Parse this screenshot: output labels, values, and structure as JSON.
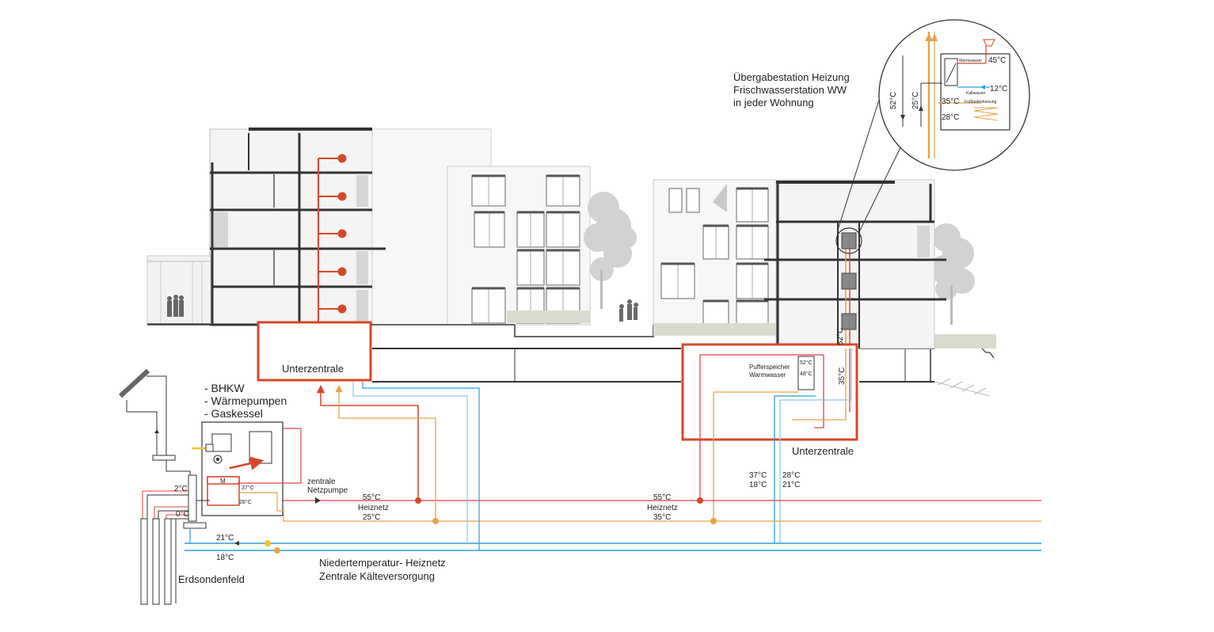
{
  "colors": {
    "building_line": "#333333",
    "building_light": "#c9c9c9",
    "facade_fill": "#f6f6f6",
    "heating_red": "#e2404b",
    "return_orange": "#e7a24a",
    "cold_blue": "#2f9fd8",
    "cold_blue_light": "#8fc8e8",
    "central_outline": "#d4482a",
    "ground_green": "#d8dccf"
  },
  "labels": {
    "transfer_station_line1": "Übergabestation Heizung",
    "transfer_station_line2": "Frischwasserstation WW",
    "transfer_station_line3": "in jeder Wohnung",
    "substation_left": "Unterzentrale",
    "substation_right": "Unterzentrale",
    "central_list_1": "- BHKW",
    "central_list_2": "- Wärmepumpen",
    "central_list_3": "- Gaskessel",
    "buffer_line1": "Pufferspeicher",
    "buffer_line2": "Warmwasser",
    "network_pump_line1": "zentrale",
    "network_pump_line2": "Netzpumpe",
    "heat_net_left_title": "Heiznetz",
    "heat_net_right_title": "Heiznetz",
    "low_temp_line1": "Niedertemperatur- Heiznetz",
    "low_temp_line2": "Zentrale Kälteversorgung",
    "probe_field": "Erdsondenfeld",
    "detail_warm": "Warmwasser",
    "detail_cold": "Kaltwasser",
    "detail_floor": "Fußbodenheizung",
    "motor": "M"
  },
  "temps": {
    "detail_supply": "45°C",
    "detail_cold": "12°C",
    "detail_floor_supply": "35°C",
    "detail_floor_return": "28°C",
    "detail_riser_hot": "52°C",
    "detail_riser_return": "25°C",
    "riser_hot": "52°C",
    "riser_return": "35°C",
    "buffer_top": "52°C",
    "buffer_mid": "48°C",
    "heat_net_left_supply": "55°C",
    "heat_net_left_return": "25°C",
    "heat_net_right_supply": "55°C",
    "heat_net_right_return": "35°C",
    "cold_supply_a": "37°C",
    "cold_supply_b": "18°C",
    "cold_return_a": "28°C",
    "cold_return_b": "21°C",
    "hp_out": "37°C",
    "hp_ret": "28°C",
    "probe_top": "2°C",
    "probe_bottom": "0°C",
    "lownet_a": "21°C",
    "lownet_b": "18°C"
  }
}
